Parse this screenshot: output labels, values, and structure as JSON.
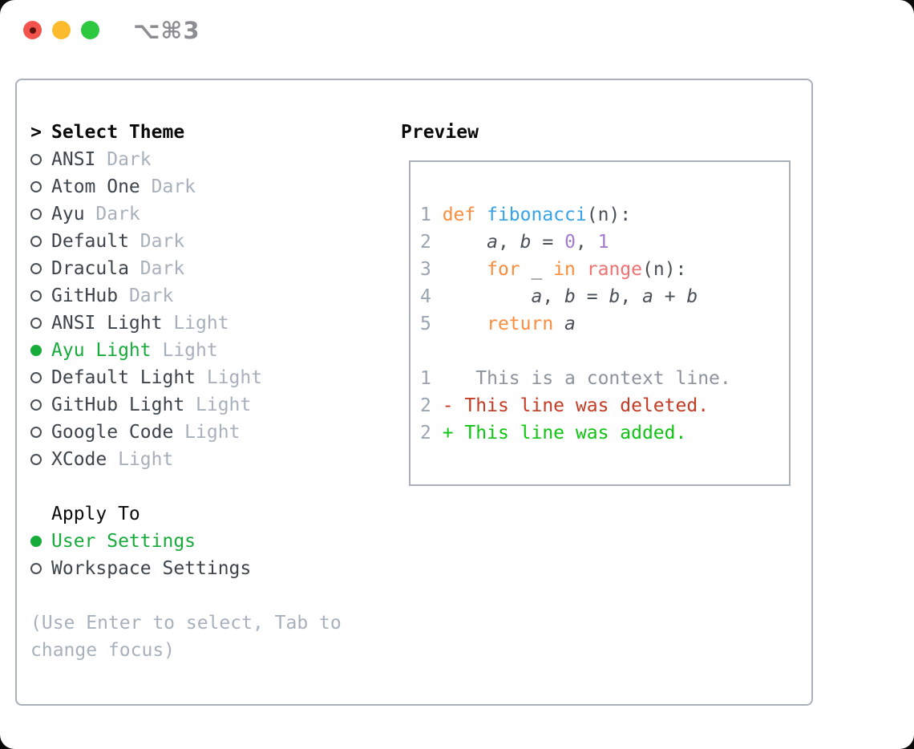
{
  "window": {
    "title": "⌥⌘3"
  },
  "colors": {
    "keyword": "#fa8d3e",
    "function": "#36a3e8",
    "number": "#a37acc",
    "call": "#f07171",
    "code_default": "#4a5058",
    "variable": "#4a5058",
    "gutter": "#9aa4b2",
    "context": "#8d949d",
    "deleted": "#c43b24",
    "added": "#0fc312",
    "item_name": "#3e444c",
    "variant": "#a8b0bc",
    "selected": "#17ab3b",
    "hint": "#a8b0bc",
    "heading": "#0a0a0a",
    "border": "#a9b0ba",
    "window_title": "#8b8d90",
    "traffic_red": "#f2544d",
    "traffic_red_dot": "#5d120c",
    "traffic_yellow": "#fcbb2d",
    "traffic_green": "#2bc840"
  },
  "theme_panel": {
    "header": "Select Theme",
    "items": [
      {
        "name": "ANSI",
        "variant": "Dark",
        "selected": false
      },
      {
        "name": "Atom One",
        "variant": "Dark",
        "selected": false
      },
      {
        "name": "Ayu",
        "variant": "Dark",
        "selected": false
      },
      {
        "name": "Default",
        "variant": "Dark",
        "selected": false
      },
      {
        "name": "Dracula",
        "variant": "Dark",
        "selected": false
      },
      {
        "name": "GitHub",
        "variant": "Dark",
        "selected": false
      },
      {
        "name": "ANSI Light",
        "variant": "Light",
        "selected": false
      },
      {
        "name": "Ayu Light",
        "variant": "Light",
        "selected": true
      },
      {
        "name": "Default Light",
        "variant": "Light",
        "selected": false
      },
      {
        "name": "GitHub Light",
        "variant": "Light",
        "selected": false
      },
      {
        "name": "Google Code",
        "variant": "Light",
        "selected": false
      },
      {
        "name": "XCode",
        "variant": "Light",
        "selected": false
      }
    ],
    "apply_header": "Apply To",
    "apply_items": [
      {
        "label": "User Settings",
        "selected": true
      },
      {
        "label": "Workspace Settings",
        "selected": false
      }
    ],
    "hint_lines": [
      "(Use Enter to select, Tab to",
      "change focus)"
    ]
  },
  "preview": {
    "header": "Preview",
    "lines": [
      {
        "gutter": "1",
        "tokens": [
          [
            "def ",
            "keyword"
          ],
          [
            "fibonacci",
            "function"
          ],
          [
            "(n):",
            "code_default"
          ]
        ]
      },
      {
        "gutter": "2",
        "tokens": [
          [
            "    ",
            "code_default"
          ],
          [
            "a",
            "variable"
          ],
          [
            ", ",
            "code_default"
          ],
          [
            "b",
            "variable"
          ],
          [
            " = ",
            "code_default"
          ],
          [
            "0",
            "number"
          ],
          [
            ", ",
            "code_default"
          ],
          [
            "1",
            "number"
          ]
        ]
      },
      {
        "gutter": "3",
        "tokens": [
          [
            "    ",
            "code_default"
          ],
          [
            "for",
            "keyword"
          ],
          [
            " _ ",
            "code_default"
          ],
          [
            "in",
            "keyword"
          ],
          [
            " ",
            "code_default"
          ],
          [
            "range",
            "call"
          ],
          [
            "(n):",
            "code_default"
          ]
        ]
      },
      {
        "gutter": "4",
        "tokens": [
          [
            "        ",
            "code_default"
          ],
          [
            "a",
            "variable"
          ],
          [
            ", ",
            "code_default"
          ],
          [
            "b",
            "variable"
          ],
          [
            " = ",
            "code_default"
          ],
          [
            "b",
            "variable"
          ],
          [
            ", ",
            "code_default"
          ],
          [
            "a",
            "variable"
          ],
          [
            " + ",
            "code_default"
          ],
          [
            "b",
            "variable"
          ]
        ]
      },
      {
        "gutter": "5",
        "tokens": [
          [
            "    ",
            "code_default"
          ],
          [
            "return",
            "keyword"
          ],
          [
            " ",
            "code_default"
          ],
          [
            "a",
            "variable"
          ]
        ]
      },
      {
        "gutter": "",
        "tokens": []
      },
      {
        "gutter": "1",
        "tokens": [
          [
            "   This is a context line.",
            "context"
          ]
        ]
      },
      {
        "gutter": "2",
        "tokens": [
          [
            "- This line was deleted.",
            "deleted"
          ]
        ]
      },
      {
        "gutter": "2",
        "tokens": [
          [
            "+ This line was added.",
            "added"
          ]
        ]
      }
    ]
  }
}
